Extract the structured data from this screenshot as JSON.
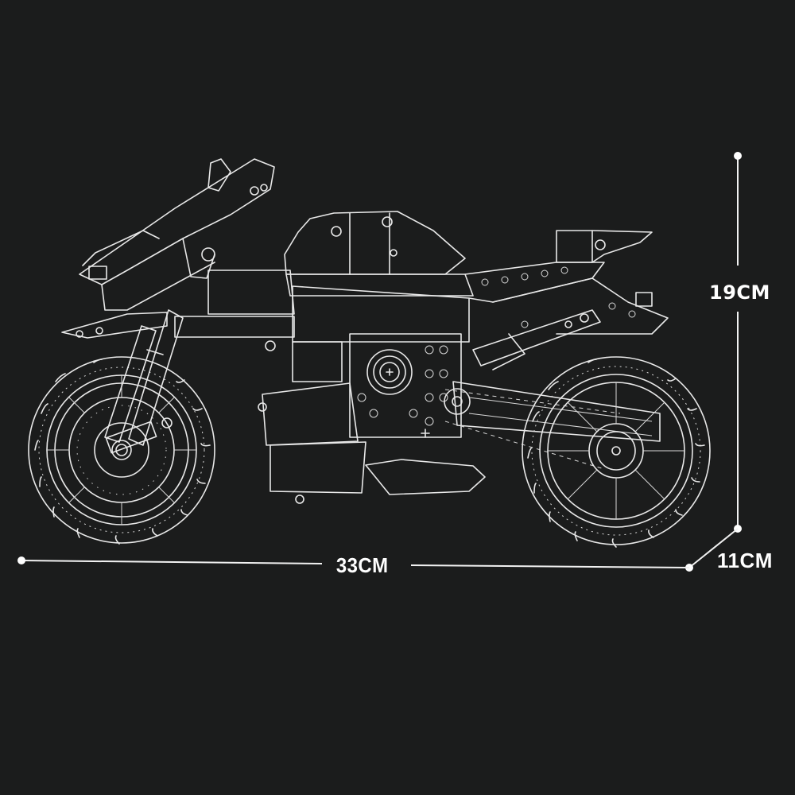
{
  "figure": {
    "subject": "motorcycle building-block model line art",
    "background_color": "#1b1c1c",
    "line_color": "#e8e8e8"
  },
  "dimensions": {
    "height": "19CM",
    "length": "33CM",
    "width": "11CM"
  },
  "icons": {
    "motorcycle": "motorcycle-line-drawing",
    "dimension_markers": "dot-endpoint"
  }
}
